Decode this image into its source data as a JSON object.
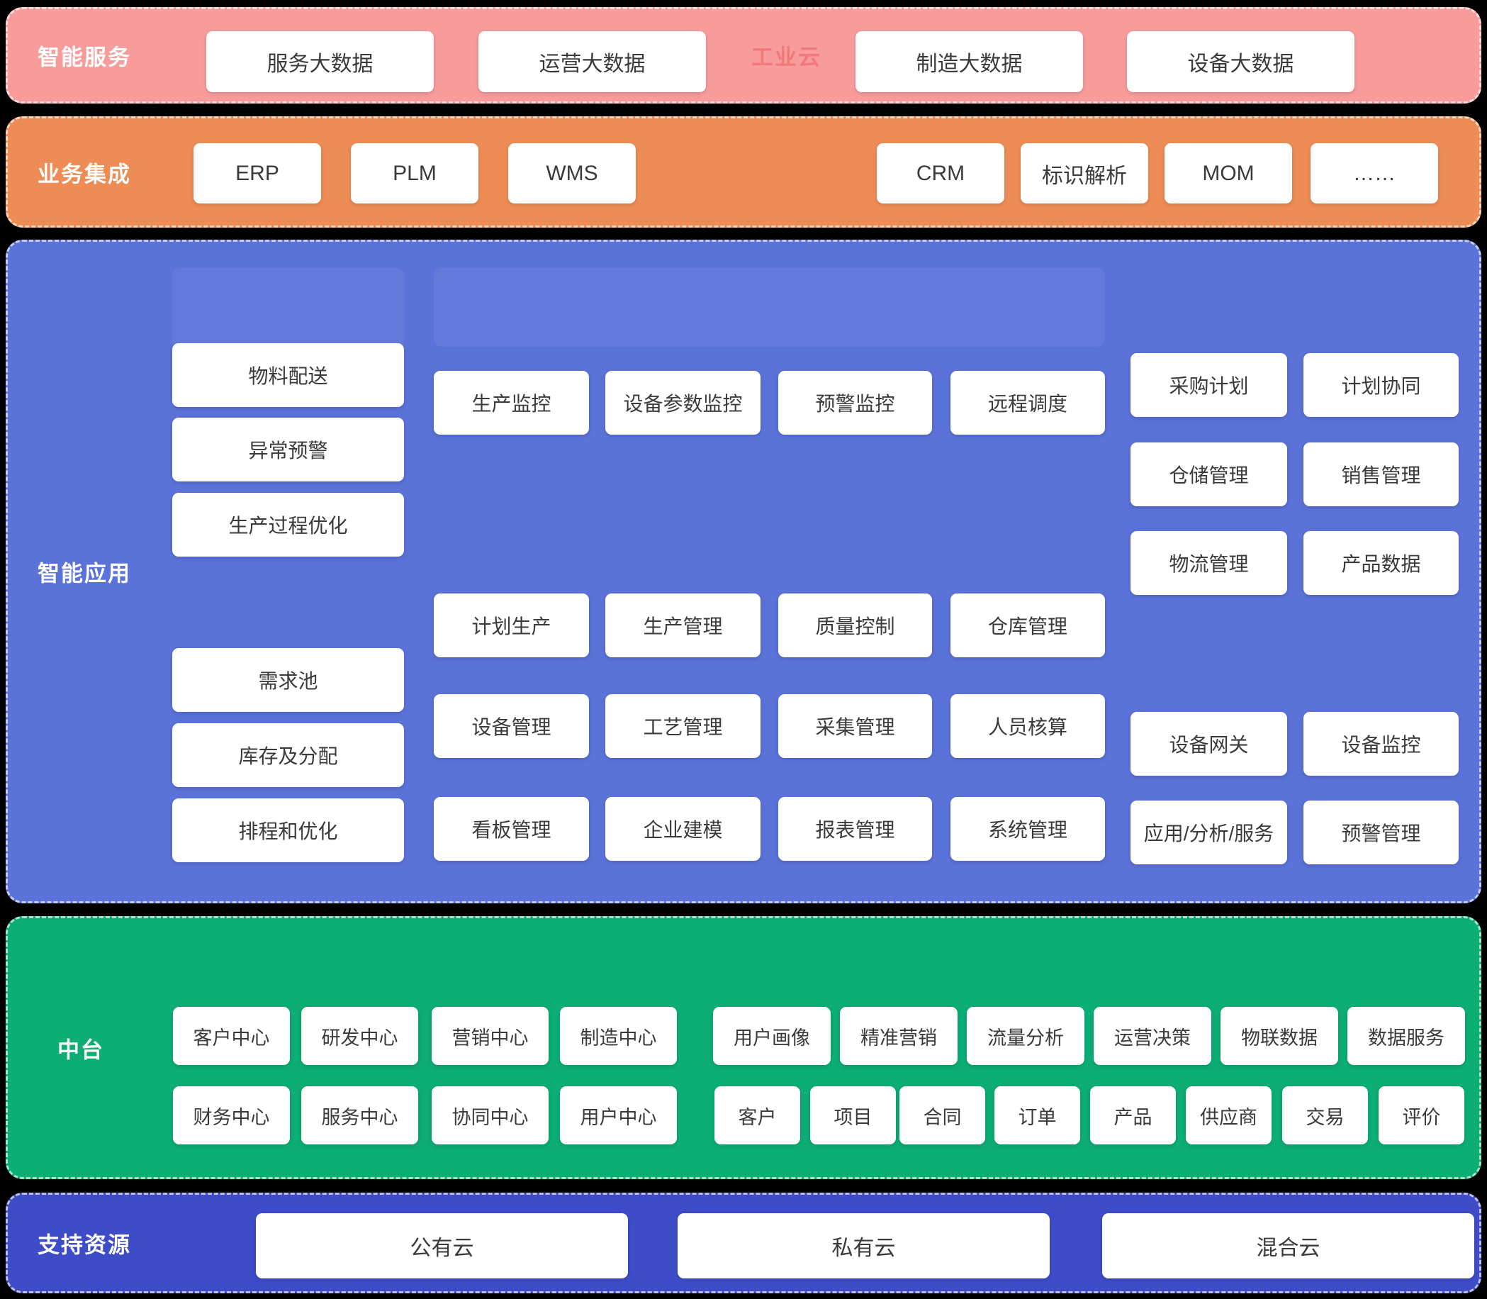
{
  "colors": {
    "page_bg": "#000000",
    "band_services": "#f89b9b",
    "band_integration": "#ee8c55",
    "band_apps": "#5b72d8",
    "band_midplatform": "#0cae74",
    "band_resources": "#3e4cc8",
    "box_bg": "#ffffff",
    "box_text": "#3a3a3a",
    "band_label_text": "#ffffff",
    "watermark_text": "#f07a7a"
  },
  "bands": {
    "services": {
      "label": "智能服务",
      "watermark": "工业云",
      "boxes": [
        "服务大数据",
        "运营大数据",
        "制造大数据",
        "设备大数据"
      ]
    },
    "integration": {
      "label": "业务集成",
      "boxes": [
        "ERP",
        "PLM",
        "WMS",
        "CRM",
        "标识解析",
        "MOM",
        "……"
      ]
    },
    "apps": {
      "label": "智能应用",
      "left": [
        "物料配送",
        "异常预警",
        "生产过程优化",
        "需求池",
        "库存及分配",
        "排程和优化"
      ],
      "middle": [
        "生产监控",
        "设备参数监控",
        "预警监控",
        "远程调度",
        "计划生产",
        "生产管理",
        "质量控制",
        "仓库管理",
        "设备管理",
        "工艺管理",
        "采集管理",
        "人员核算",
        "看板管理",
        "企业建模",
        "报表管理",
        "系统管理"
      ],
      "right": [
        "采购计划",
        "计划协同",
        "仓储管理",
        "销售管理",
        "物流管理",
        "产品数据",
        "设备网关",
        "设备监控",
        "应用/分析/服务",
        "预警管理"
      ]
    },
    "midplatform": {
      "label": "中台",
      "row1": [
        "客户中心",
        "研发中心",
        "营销中心",
        "制造中心",
        "用户画像",
        "精准营销",
        "流量分析",
        "运营决策",
        "物联数据",
        "数据服务"
      ],
      "row2": [
        "财务中心",
        "服务中心",
        "协同中心",
        "用户中心",
        "客户",
        "项目",
        "合同",
        "订单",
        "产品",
        "供应商",
        "交易",
        "评价"
      ]
    },
    "resources": {
      "label": "支持资源",
      "boxes": [
        "公有云",
        "私有云",
        "混合云"
      ]
    }
  }
}
